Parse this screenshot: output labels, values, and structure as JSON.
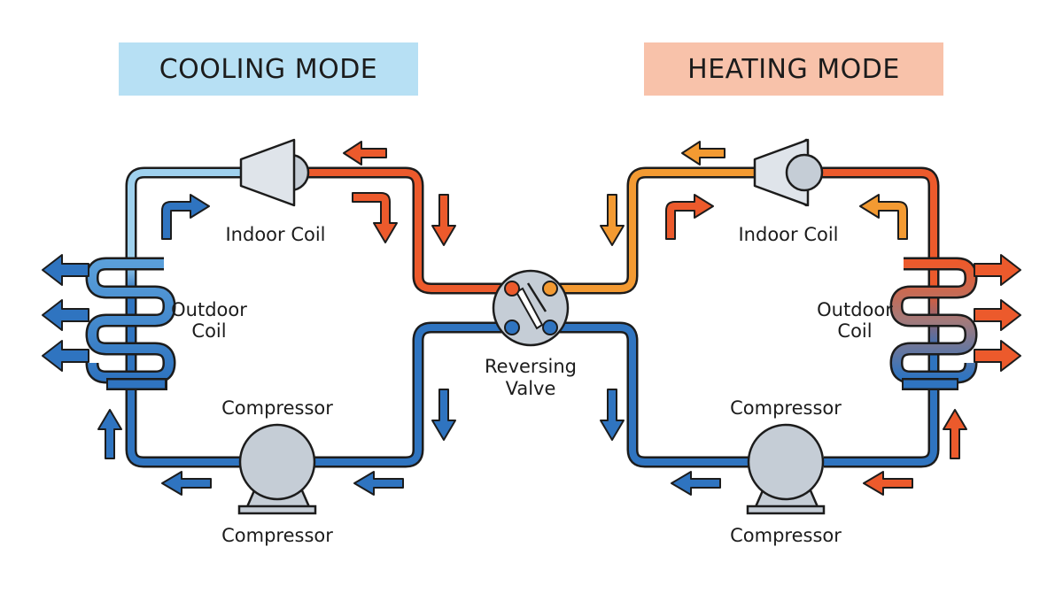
{
  "cooling": {
    "title": "COOLING MODE",
    "indoor_coil_label": "Indoor Coil",
    "outdoor_coil_label": [
      "Outdoor",
      "Coil"
    ],
    "compressor_label_top": "Compressor",
    "compressor_label_bottom": "Compressor"
  },
  "heating": {
    "title": "HEATING MODE",
    "indoor_coil_label": "Indoor Coil",
    "outdoor_coil_label": [
      "Outdoor",
      "Coil"
    ],
    "compressor_label_top": "Compressor",
    "compressor_label_bottom": "Compressor"
  },
  "reversing_valve_label": [
    "Reversing",
    "Valve"
  ],
  "colors": {
    "cooling_banner": "#b7e0f4",
    "heating_banner": "#f8c2aa",
    "cold_pipe": "#2f74c0",
    "light_pipe": "#9fd1ee",
    "hot_pipe": "#ec5a2c",
    "warm_pipe": "#f39a32",
    "component_fill": "#c5cdd6",
    "outline": "#1c1c1c"
  }
}
